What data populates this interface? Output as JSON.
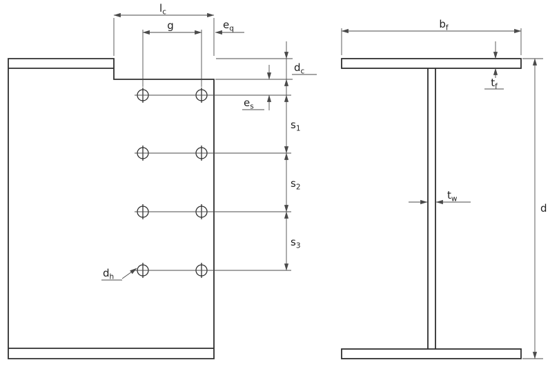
{
  "diagram": {
    "coped_beam": {
      "labels": {
        "lc": {
          "base": "l",
          "sub": "c"
        },
        "g": {
          "base": "g",
          "sub": ""
        },
        "eq": {
          "base": "e",
          "sub": "q"
        },
        "dc": {
          "base": "d",
          "sub": "c"
        },
        "es": {
          "base": "e",
          "sub": "s"
        },
        "s1": {
          "base": "s",
          "sub": "1"
        },
        "s2": {
          "base": "s",
          "sub": "2"
        },
        "s3": {
          "base": "s",
          "sub": "3"
        },
        "dh": {
          "base": "d",
          "sub": "h"
        }
      },
      "bolt_rows": 4,
      "bolt_columns": 2
    },
    "i_section": {
      "labels": {
        "bf": {
          "base": "b",
          "sub": "f"
        },
        "tf": {
          "base": "t",
          "sub": "f"
        },
        "tw": {
          "base": "t",
          "sub": "w"
        },
        "d": {
          "base": "d",
          "sub": ""
        }
      }
    },
    "colors": {
      "outline": "#2e2e2e",
      "dimension": "#4a4a4a",
      "background": "#ffffff"
    }
  }
}
